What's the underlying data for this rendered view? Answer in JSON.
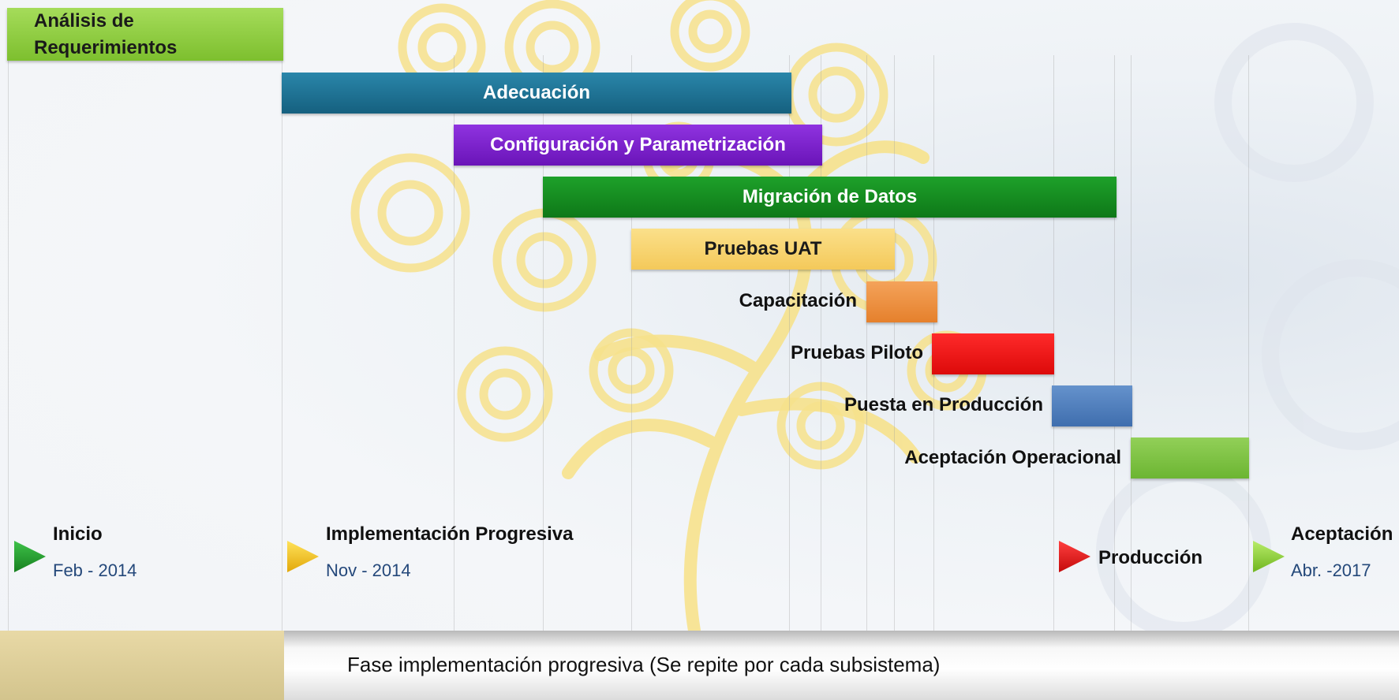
{
  "colors": {
    "analisis": "#8fcf3c",
    "adecuacion": "#1d6f92",
    "configuracion": "#7a1fcf",
    "migracion": "#128a1d",
    "uat": "#f8d36d",
    "capacitacion": "#ee9040",
    "piloto": "#ee1010",
    "produccion": "#4f7fc0",
    "aceptacion_op": "#7cc241",
    "tree": "#f7e28c",
    "flag_inicio": "#1f9a2a",
    "flag_implementacion": "#f2c21b",
    "flag_produccion": "#e01818",
    "flag_aceptacion": "#8fd13c"
  },
  "phases": {
    "analisis": "Análisis de\nRequerimientos",
    "adecuacion": "Adecuación",
    "configuracion": "Configuración y Parametrización",
    "migracion": "Migración de Datos",
    "uat": "Pruebas UAT",
    "capacitacion": "Capacitación",
    "piloto": "Pruebas Piloto",
    "produccion": "Puesta en Producción",
    "aceptacion_op": "Aceptación Operacional"
  },
  "milestones": {
    "inicio": {
      "title": "Inicio",
      "date": "Feb - 2014",
      "icon": "green-flag-icon"
    },
    "implementacion": {
      "title": "Implementación Progresiva",
      "date": "Nov - 2014",
      "icon": "yellow-flag-icon"
    },
    "produccion": {
      "title": "Producción",
      "icon": "red-flag-icon"
    },
    "aceptacion": {
      "title": "Aceptación",
      "date": "Abr. -2017",
      "icon": "lime-flag-icon"
    }
  },
  "footer": {
    "text": "Fase implementación progresiva (Se repite por cada subsistema)"
  }
}
